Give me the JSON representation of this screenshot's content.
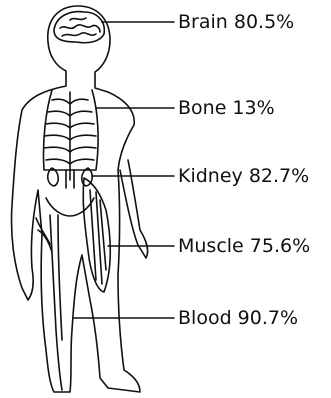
{
  "figure": {
    "labels": [
      {
        "id": "brain",
        "text": "Brain 80.5%"
      },
      {
        "id": "bone",
        "text": "Bone 13%"
      },
      {
        "id": "kidney",
        "text": "Kidney 82.7%"
      },
      {
        "id": "muscle",
        "text": "Muscle 75.6%"
      },
      {
        "id": "blood",
        "text": "Blood 90.7%"
      }
    ]
  }
}
